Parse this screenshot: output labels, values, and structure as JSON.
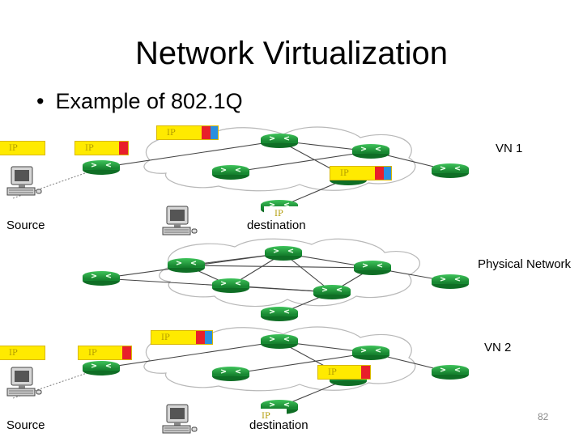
{
  "slide": {
    "title": "Network Virtualization",
    "bullet_text": "Example of 802.1Q",
    "page_number": "82"
  },
  "labels": {
    "vn1": "VN 1",
    "physical": "Physical Network",
    "vn2": "VN 2",
    "source_top": "Source",
    "destination_top": "destination",
    "source_bottom": "Source",
    "destination_bottom": "destination"
  },
  "packets": {
    "ip_text": "IP"
  },
  "colors": {
    "ip_yellow": "#ffea00",
    "vlan_red": "#e8202a",
    "vlan_blue": "#2a8fe0",
    "router_green": "#1f9a3a",
    "cloud_outline": "#b8b8b8"
  },
  "icons": [
    "router-icon",
    "computer-icon",
    "cloud-outline"
  ]
}
